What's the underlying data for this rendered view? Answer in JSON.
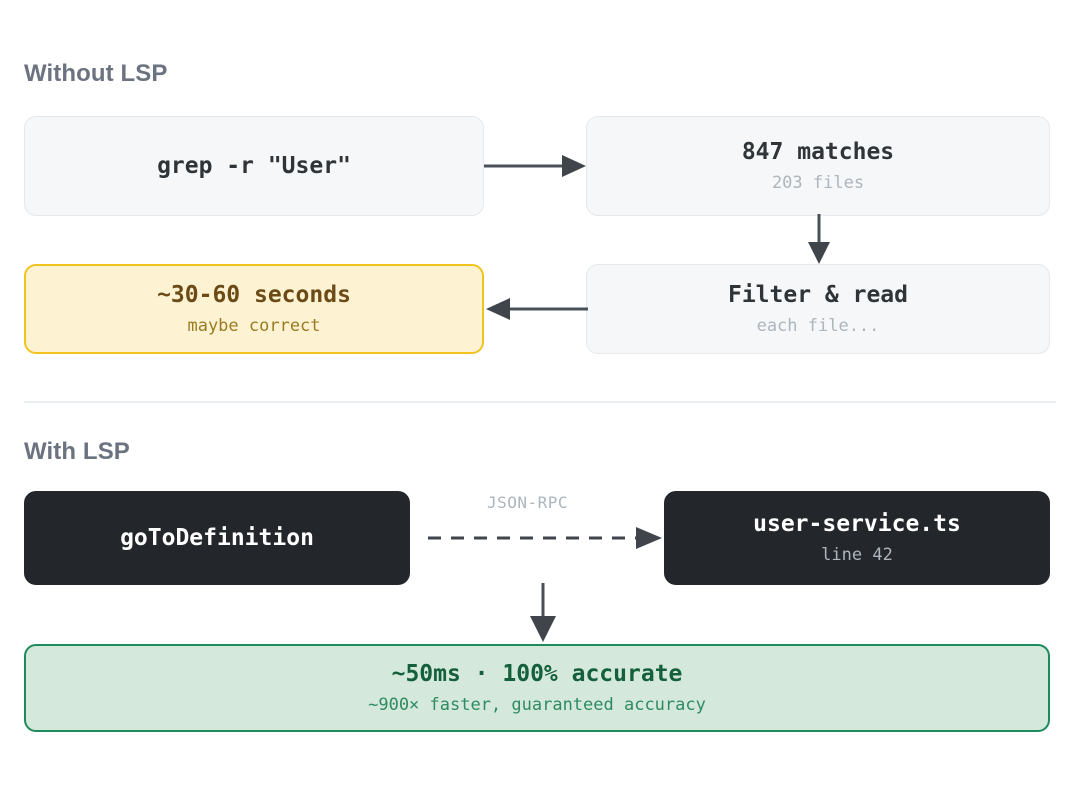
{
  "diagram": {
    "background": "#ffffff",
    "accents": {
      "heading": "#6b7280",
      "neutral_fill": "#f5f7f8",
      "neutral_border": "#e5e9ec",
      "warn_fill": "#fdf3d3",
      "warn_border": "#f2c320",
      "warn_text": "#6b4a16",
      "dark_fill": "#23272b",
      "success_fill": "#d4e8dc",
      "success_border": "#1f8a5b",
      "success_text": "#15603c",
      "arrow": "#495057",
      "divider": "#eceff1"
    }
  },
  "sections": {
    "without_lsp": {
      "title": "Without LSP",
      "nodes": {
        "grep": {
          "primary": "grep -r \"User\"",
          "secondary": ""
        },
        "matches": {
          "primary": "847 matches",
          "secondary": "203 files"
        },
        "filter": {
          "primary": "Filter & read",
          "secondary": "each file..."
        },
        "seconds": {
          "primary": "~30-60 seconds",
          "secondary": "maybe correct"
        }
      }
    },
    "with_lsp": {
      "title": "With LSP",
      "edge_label": "JSON-RPC",
      "nodes": {
        "gotodefinition": {
          "primary": "goToDefinition",
          "secondary": ""
        },
        "userservice": {
          "primary": "user-service.ts",
          "secondary": "line 42"
        },
        "result": {
          "primary": "~50ms · 100% accurate",
          "secondary": "~900× faster, guaranteed accuracy"
        }
      }
    }
  }
}
